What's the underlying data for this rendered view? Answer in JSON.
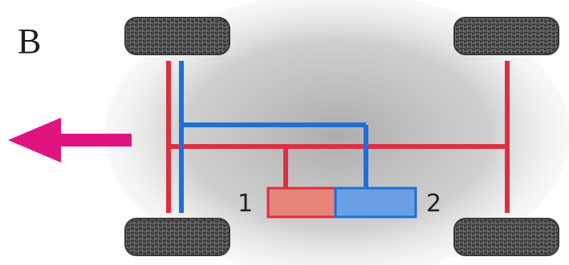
{
  "panel_label": "B",
  "unit_labels": {
    "left": "1",
    "right": "2"
  },
  "icons": {
    "direction_arrow": "arrow-left-icon",
    "tire": "tire-icon"
  },
  "colors": {
    "red_circuit": "#dc3040",
    "blue_circuit": "#1f6fd6",
    "red_unit_fill": "#e8857a",
    "blue_unit_fill": "#6aa0e4",
    "arrow": "#e0147f",
    "tire": "#4a4a4a",
    "body_shadow": "#bdbdbd"
  }
}
